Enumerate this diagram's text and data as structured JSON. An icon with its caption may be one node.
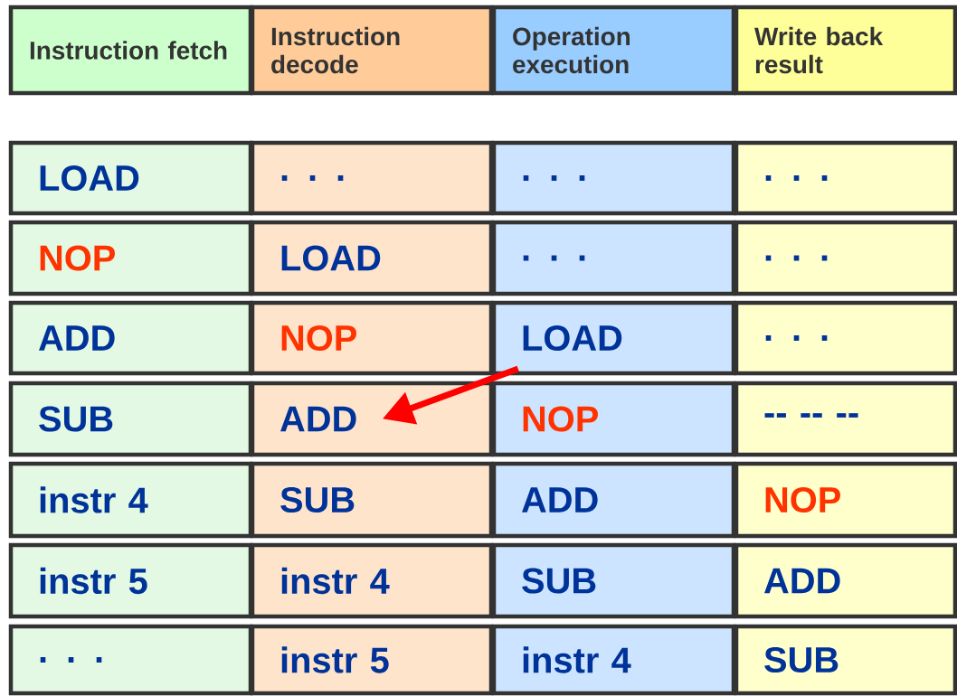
{
  "diagram": {
    "nodes": [
      {
        "text": [
          "Instruction fetch"
        ]
      },
      {
        "text": [
          "Instruction decode"
        ]
      },
      {
        "text": [
          "Operation execution"
        ]
      },
      {
        "text": [
          "Write back result"
        ]
      },
      {
        "text": [
          "LOAD"
        ]
      },
      {
        "text": [
          ". . ."
        ]
      },
      {
        "text": [
          ". . ."
        ]
      },
      {
        "text": [
          ". . ."
        ]
      },
      {
        "text": [
          "NOP"
        ]
      },
      {
        "text": [
          "LOAD"
        ]
      },
      {
        "text": [
          ". . ."
        ]
      },
      {
        "text": [
          ". . ."
        ]
      },
      {
        "text": [
          "ADD"
        ]
      },
      {
        "text": [
          "NOP"
        ]
      },
      {
        "text": [
          "LOAD"
        ]
      },
      {
        "text": [
          ". . ."
        ]
      },
      {
        "text": [
          "SUB"
        ]
      },
      {
        "text": [
          "ADD"
        ]
      },
      {
        "text": [
          "NOP"
        ]
      },
      {
        "text": [
          "-- -- --"
        ]
      },
      {
        "text": [
          "instr 4"
        ]
      },
      {
        "text": [
          "SUB"
        ]
      },
      {
        "text": [
          "ADD"
        ]
      },
      {
        "text": [
          "NOP"
        ]
      },
      {
        "text": [
          "instr 5"
        ]
      },
      {
        "text": [
          "instr 4"
        ]
      },
      {
        "text": [
          "SUB"
        ]
      },
      {
        "text": [
          "ADD"
        ]
      },
      {
        "text": [
          ". . ."
        ]
      },
      {
        "text": [
          "instr 5"
        ]
      },
      {
        "text": [
          "instr 4"
        ]
      },
      {
        "text": [
          "SUB"
        ]
      }
    ],
    "edges": [
      {
        "from": 14,
        "to": 17,
        "arrow": "to"
      }
    ]
  }
}
